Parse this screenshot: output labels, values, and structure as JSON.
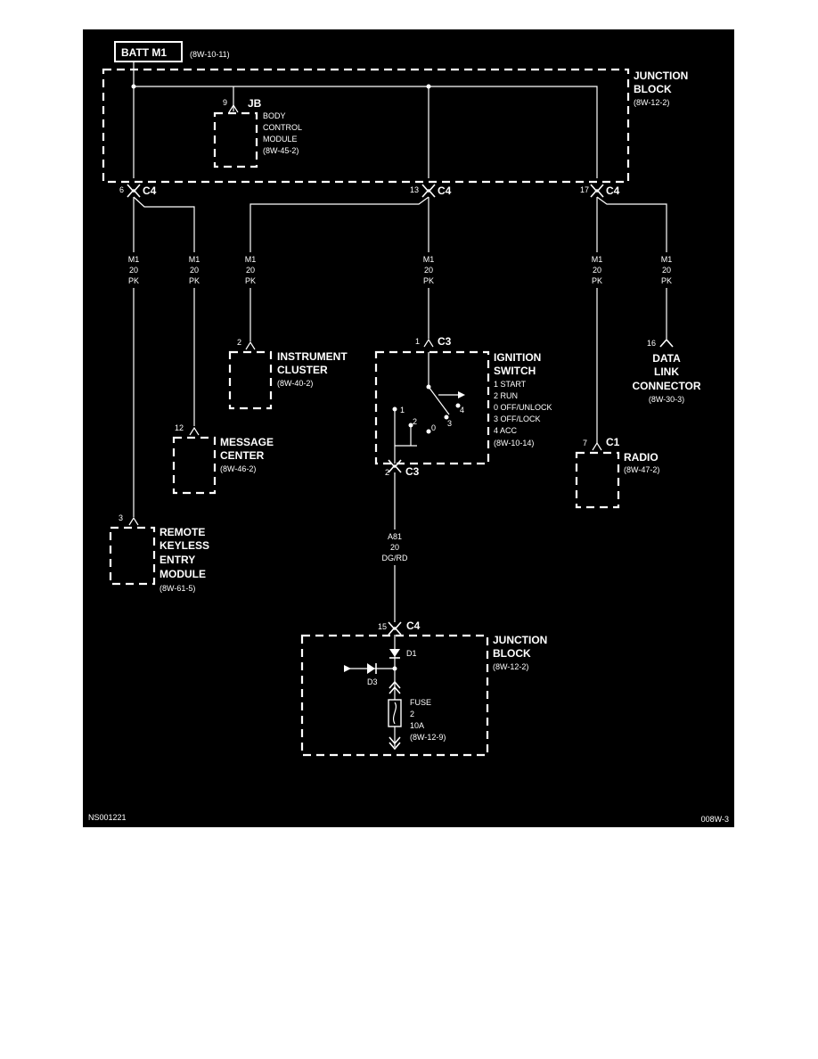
{
  "colors": {
    "background": "#000000",
    "ink": "#ffffff",
    "page": "#ffffff"
  },
  "battery": {
    "label": "BATT M1",
    "ref": "(8W-10-11)"
  },
  "junction_block_top": {
    "title_line1": "JUNCTION",
    "title_line2": "BLOCK",
    "ref": "(8W-12-2)"
  },
  "bcm": {
    "pin": "9",
    "connector": "JB",
    "line1": "BODY",
    "line2": "CONTROL",
    "line3": "MODULE",
    "ref": "(8W-45-2)"
  },
  "c4_connectors": [
    {
      "pin": "6",
      "name": "C4"
    },
    {
      "pin": "13",
      "name": "C4"
    },
    {
      "pin": "17",
      "name": "C4"
    }
  ],
  "wires": [
    {
      "circuit": "M1",
      "gauge": "20",
      "color": "PK"
    },
    {
      "circuit": "M1",
      "gauge": "20",
      "color": "PK"
    },
    {
      "circuit": "M1",
      "gauge": "20",
      "color": "PK"
    },
    {
      "circuit": "M1",
      "gauge": "20",
      "color": "PK"
    },
    {
      "circuit": "M1",
      "gauge": "20",
      "color": "PK"
    },
    {
      "circuit": "M1",
      "gauge": "20",
      "color": "PK"
    },
    {
      "circuit": "A81",
      "gauge": "20",
      "color": "DG/RD"
    }
  ],
  "instrument_cluster": {
    "pin": "2",
    "line1": "INSTRUMENT",
    "line2": "CLUSTER",
    "ref": "(8W-40-2)"
  },
  "message_center": {
    "pin": "12",
    "line1": "MESSAGE",
    "line2": "CENTER",
    "ref": "(8W-46-2)"
  },
  "remote_keyless": {
    "pin": "3",
    "line1": "REMOTE",
    "line2": "KEYLESS",
    "line3": "ENTRY",
    "line4": "MODULE",
    "ref": "(8W-61-5)"
  },
  "ignition_switch": {
    "pin_in": "1",
    "conn_in": "C3",
    "pin_out": "2",
    "conn_out": "C3",
    "line1": "IGNITION",
    "line2": "SWITCH",
    "positions": [
      "1 START",
      "2 RUN",
      "0 OFF/UNLOCK",
      "3 OFF/LOCK",
      "4 ACC"
    ],
    "contacts": [
      "1",
      "2",
      "0",
      "3",
      "4"
    ],
    "ref": "(8W-10-14)"
  },
  "data_link": {
    "pin": "16",
    "line1": "DATA",
    "line2": "LINK",
    "line3": "CONNECTOR",
    "ref": "(8W-30-3)"
  },
  "radio": {
    "pin": "7",
    "connector": "C1",
    "label": "RADIO",
    "ref": "(8W-47-2)"
  },
  "junction_block_bottom": {
    "pin": "15",
    "connector": "C4",
    "title_line1": "JUNCTION",
    "title_line2": "BLOCK",
    "ref": "(8W-12-2)",
    "d1": "D1",
    "d3": "D3",
    "fuse_line1": "FUSE",
    "fuse_line2": "2",
    "fuse_line3": "10A",
    "fuse_ref": "(8W-12-9)"
  },
  "footer": {
    "left": "NS001221",
    "right": "008W-3"
  }
}
